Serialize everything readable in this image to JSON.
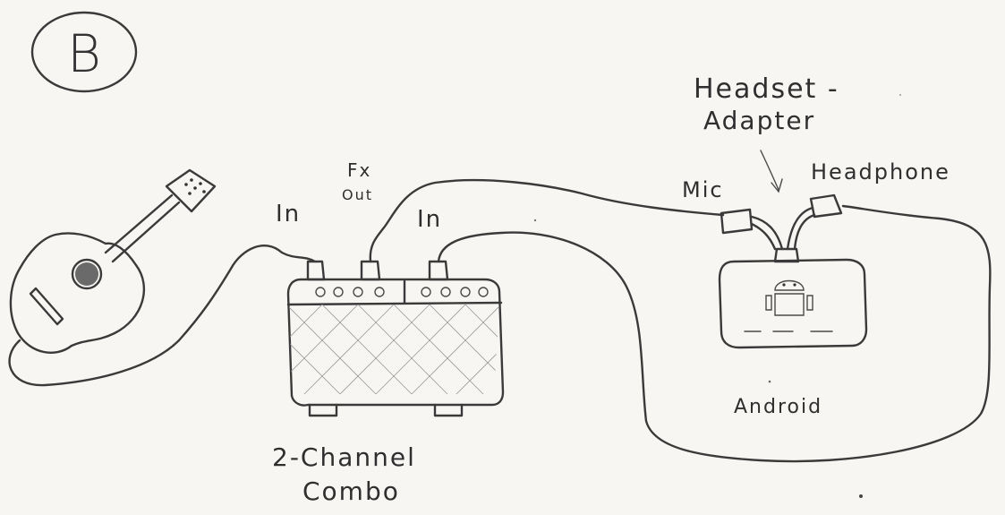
{
  "badge": "B",
  "labels": {
    "headset_adapter_line1": "Headset -",
    "headset_adapter_line2": "Adapter",
    "mic": "Mic",
    "headphone": "Headphone",
    "fx_line1": "Fx",
    "fx_line2": "Out",
    "amp_in_left": "In",
    "amp_in_right": "In",
    "android": "Android",
    "combo_line1": "2-Channel",
    "combo_line2": "Combo"
  },
  "colors": {
    "ink": "#3a3a3a",
    "paper": "#f7f6f3",
    "shade": "#8a8a8a"
  }
}
